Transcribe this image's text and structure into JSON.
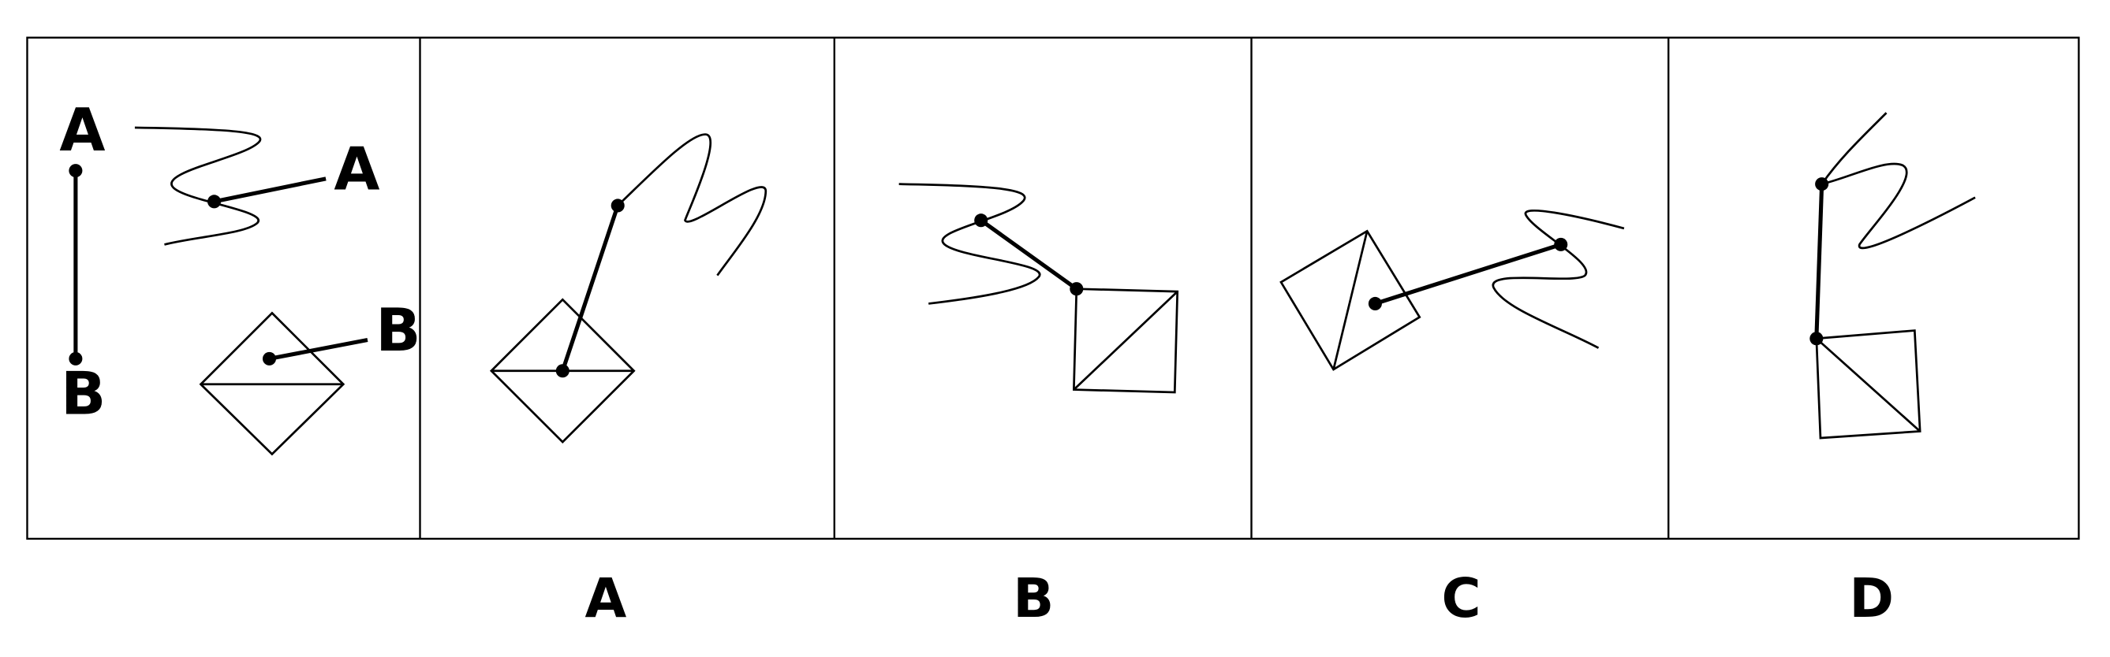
{
  "question_panel": {
    "point_labels": {
      "segment_top": "A",
      "segment_bottom": "B",
      "wave_arm_end": "A",
      "diamond_arm_end": "B"
    }
  },
  "options": [
    {
      "label": "A"
    },
    {
      "label": "B"
    },
    {
      "label": "C"
    },
    {
      "label": "D"
    }
  ]
}
